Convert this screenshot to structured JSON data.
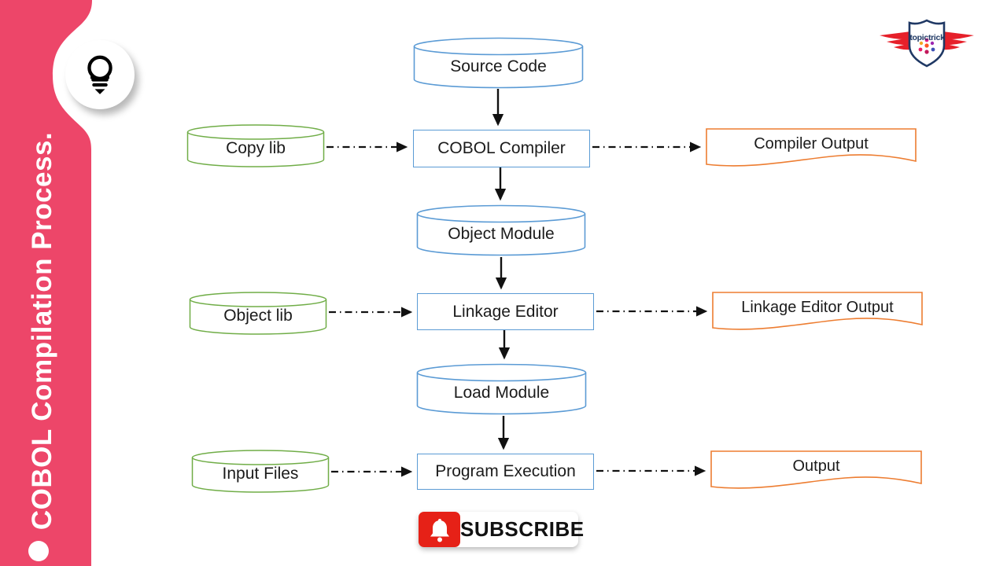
{
  "sidebar": {
    "title": "COBOL Compilation Process.",
    "color": "#ED4669",
    "icon": "lightbulb"
  },
  "logo": {
    "brand": "topictrick",
    "wing_color": "#E6202A",
    "shield_color": "#1F3864"
  },
  "diagram": {
    "main_flow": [
      {
        "label": "Source Code",
        "shape": "cylinder"
      },
      {
        "label": "COBOL Compiler",
        "shape": "process"
      },
      {
        "label": "Object Module",
        "shape": "cylinder"
      },
      {
        "label": "Linkage Editor",
        "shape": "process"
      },
      {
        "label": "Load Module",
        "shape": "cylinder"
      },
      {
        "label": "Program Execution",
        "shape": "process"
      }
    ],
    "inputs": [
      {
        "label": "Copy lib",
        "shape": "cylinder"
      },
      {
        "label": "Object lib",
        "shape": "cylinder"
      },
      {
        "label": "Input Files",
        "shape": "cylinder"
      }
    ],
    "outputs": [
      {
        "label": "Compiler Output",
        "shape": "document"
      },
      {
        "label": "Linkage Editor Output",
        "shape": "document"
      },
      {
        "label": "Output",
        "shape": "document"
      }
    ],
    "connections": [
      {
        "from": "Source Code",
        "to": "COBOL Compiler",
        "style": "solid-arrow"
      },
      {
        "from": "Copy lib",
        "to": "COBOL Compiler",
        "style": "dash-dot-arrow"
      },
      {
        "from": "COBOL Compiler",
        "to": "Compiler Output",
        "style": "dash-dot-arrow"
      },
      {
        "from": "COBOL Compiler",
        "to": "Object Module",
        "style": "solid-arrow"
      },
      {
        "from": "Object Module",
        "to": "Linkage Editor",
        "style": "solid-arrow"
      },
      {
        "from": "Object lib",
        "to": "Linkage Editor",
        "style": "dash-dot-arrow"
      },
      {
        "from": "Linkage Editor",
        "to": "Linkage Editor Output",
        "style": "dash-dot-arrow"
      },
      {
        "from": "Linkage Editor",
        "to": "Load Module",
        "style": "solid-arrow"
      },
      {
        "from": "Load Module",
        "to": "Program Execution",
        "style": "solid-arrow"
      },
      {
        "from": "Input Files",
        "to": "Program Execution",
        "style": "dash-dot-arrow"
      },
      {
        "from": "Program Execution",
        "to": "Output",
        "style": "dash-dot-arrow"
      }
    ],
    "colors": {
      "main_stroke": "#5B9BD5",
      "input_stroke": "#70AD47",
      "output_stroke": "#ED7D31",
      "connector": "#111111"
    }
  },
  "subscribe": {
    "label": "SUBSCRIBE",
    "icon": "bell",
    "button_color": "#E62117"
  }
}
